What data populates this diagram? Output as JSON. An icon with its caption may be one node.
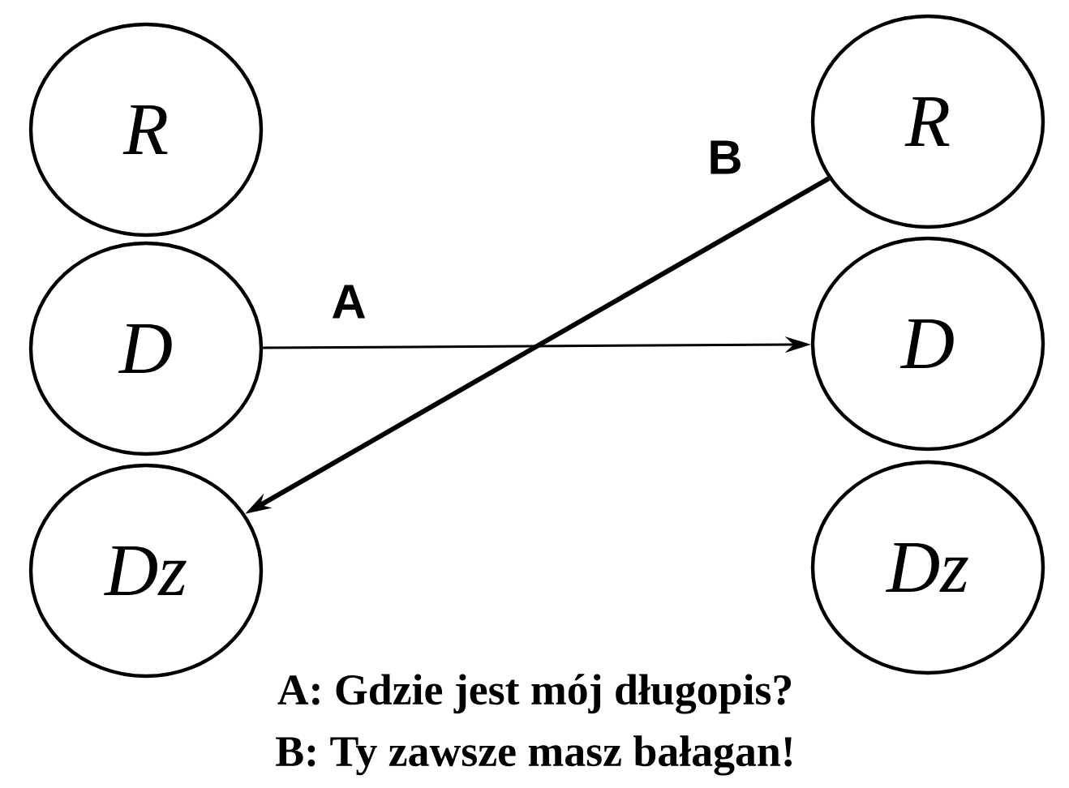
{
  "diagram": {
    "nodes": [
      {
        "text": [
          "R"
        ]
      },
      {
        "text": [
          "D"
        ]
      },
      {
        "text": [
          "Dz"
        ]
      },
      {
        "text": [
          "R"
        ]
      },
      {
        "text": [
          "D"
        ]
      },
      {
        "text": [
          "Dz"
        ]
      }
    ],
    "edges": [
      {
        "from": 1,
        "to": 4,
        "arrow": "to",
        "label": "A"
      },
      {
        "from": 3,
        "to": 2,
        "arrow": "to",
        "label": "B",
        "style": "thick"
      }
    ],
    "labels": [
      "A: Gdzie jest mój długopis?",
      "B: Ty zawsze masz bałagan!"
    ]
  }
}
